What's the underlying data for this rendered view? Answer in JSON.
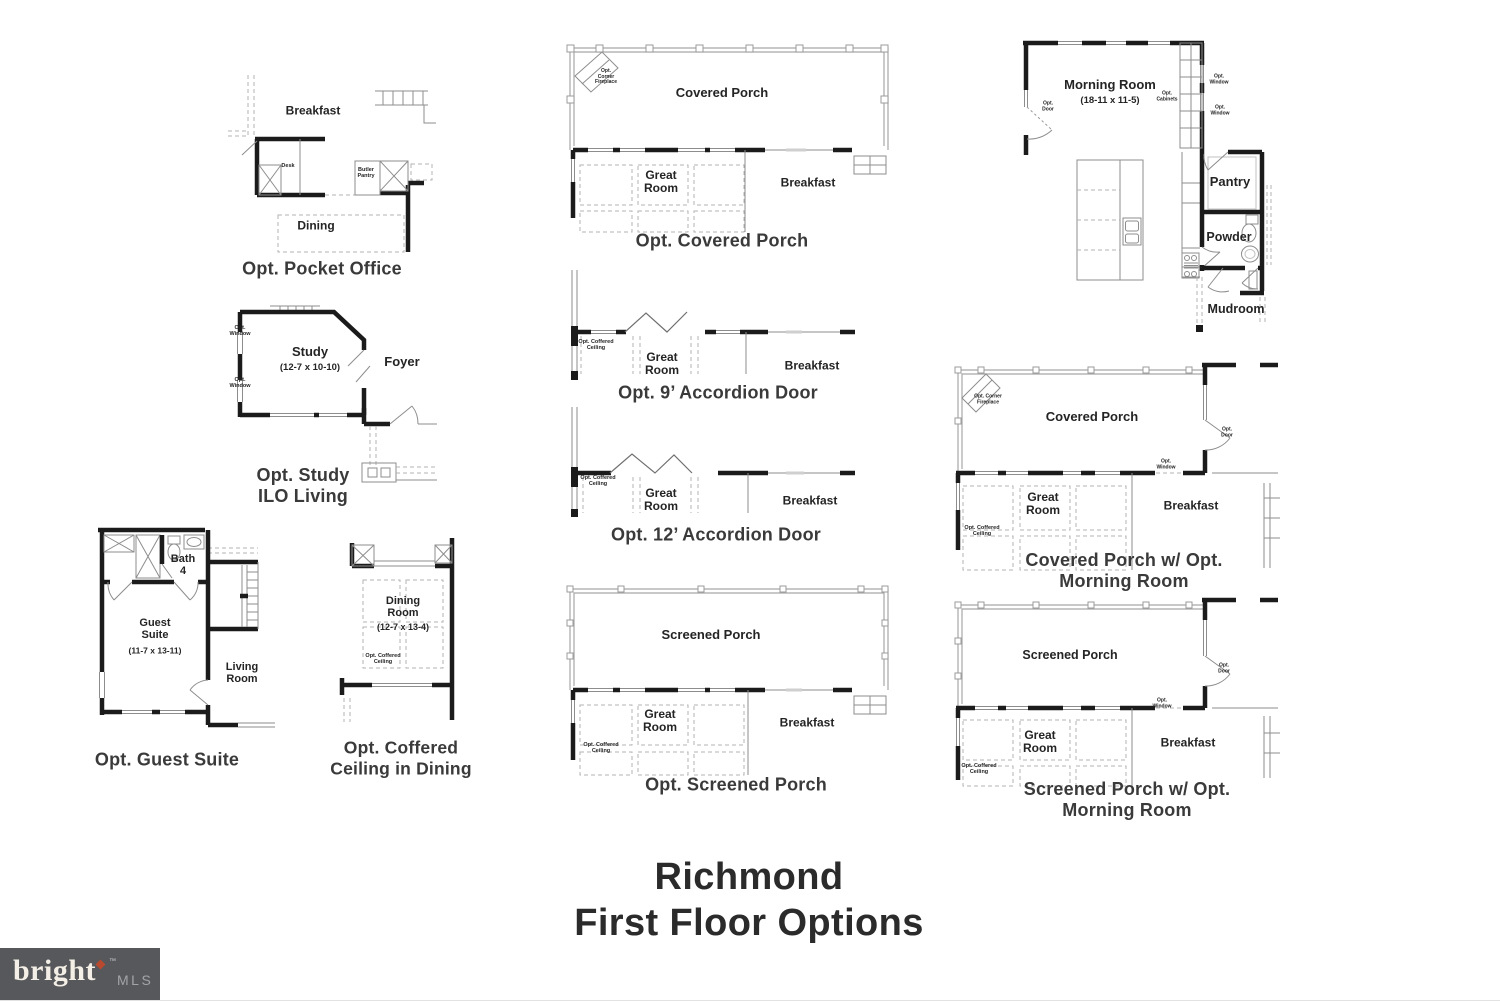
{
  "document": {
    "title_line1": "Richmond",
    "title_line2": "First Floor Options"
  },
  "logo": {
    "brand": "bright",
    "trademark": "™",
    "suffix": "MLS"
  },
  "plans": {
    "pocket_office": {
      "caption": "Opt. Pocket Office",
      "labels": {
        "breakfast": "Breakfast",
        "desk": "Desk",
        "butler_pantry": "Butler Pantry",
        "dining": "Dining"
      }
    },
    "study_ilo_living": {
      "caption": "Opt. Study\nILO Living",
      "labels": {
        "opt_window_upper": "Opt. Window",
        "opt_window_lower": "Opt. Window",
        "study": "Study",
        "study_dim": "(12-7 x 10-10)",
        "foyer": "Foyer"
      }
    },
    "guest_suite": {
      "caption": "Opt. Guest Suite",
      "labels": {
        "bath": "Bath 4",
        "guest_suite": "Guest Suite",
        "guest_suite_dim": "(11-7 x 13-11)",
        "living_room": "Living Room"
      }
    },
    "coffered_dining": {
      "caption": "Opt. Coffered\nCeiling in Dining",
      "labels": {
        "dining_room": "Dining Room",
        "dining_room_dim": "(12-7 x 13-4)",
        "opt_coffered_ceiling": "Opt. Coffered Ceiling"
      }
    },
    "covered_porch": {
      "caption": "Opt. Covered Porch",
      "labels": {
        "opt_corner_fireplace": "Opt. Corner Fireplace",
        "covered_porch": "Covered Porch",
        "great_room": "Great Room",
        "breakfast": "Breakfast"
      }
    },
    "accordion_9": {
      "caption": "Opt. 9’ Accordion Door",
      "labels": {
        "opt_coffered_ceiling": "Opt. Coffered Ceiling",
        "great_room": "Great Room",
        "breakfast": "Breakfast"
      }
    },
    "accordion_12": {
      "caption": "Opt. 12’ Accordion Door",
      "labels": {
        "opt_coffered_ceiling": "Opt. Coffered Ceiling",
        "great_room": "Great Room",
        "breakfast": "Breakfast"
      }
    },
    "screened_porch": {
      "caption": "Opt. Screened Porch",
      "labels": {
        "screened_porch": "Screened Porch",
        "great_room": "Great Room",
        "breakfast": "Breakfast",
        "opt_coffered_ceiling": "Opt. Coffered Ceiling"
      }
    },
    "morning_room": {
      "labels": {
        "morning_room": "Morning Room",
        "morning_room_dim": "(18-11 x 11-5)",
        "opt_door": "Opt. Door",
        "opt_cabinets": "Opt. Cabinets",
        "opt_window_upper": "Opt. Window",
        "opt_window_lower": "Opt. Window",
        "pantry": "Pantry",
        "powder": "Powder",
        "mudroom": "Mudroom"
      }
    },
    "covered_porch_morning": {
      "caption": "Covered Porch w/ Opt.\nMorning Room",
      "labels": {
        "opt_corner_fireplace": "Opt. Corner Fireplace",
        "covered_porch": "Covered Porch",
        "opt_door": "Opt. Door",
        "opt_window": "Opt. Window",
        "great_room": "Great Room",
        "breakfast": "Breakfast",
        "opt_coffered_ceiling": "Opt. Coffered Ceiling"
      }
    },
    "screened_porch_morning": {
      "caption": "Screened Porch w/ Opt.\nMorning Room",
      "labels": {
        "screened_porch": "Screened Porch",
        "opt_door": "Opt. Door",
        "opt_window": "Opt. Window",
        "great_room": "Great Room",
        "breakfast": "Breakfast",
        "opt_coffered_ceiling": "Opt. Coffered Ceiling"
      }
    }
  }
}
